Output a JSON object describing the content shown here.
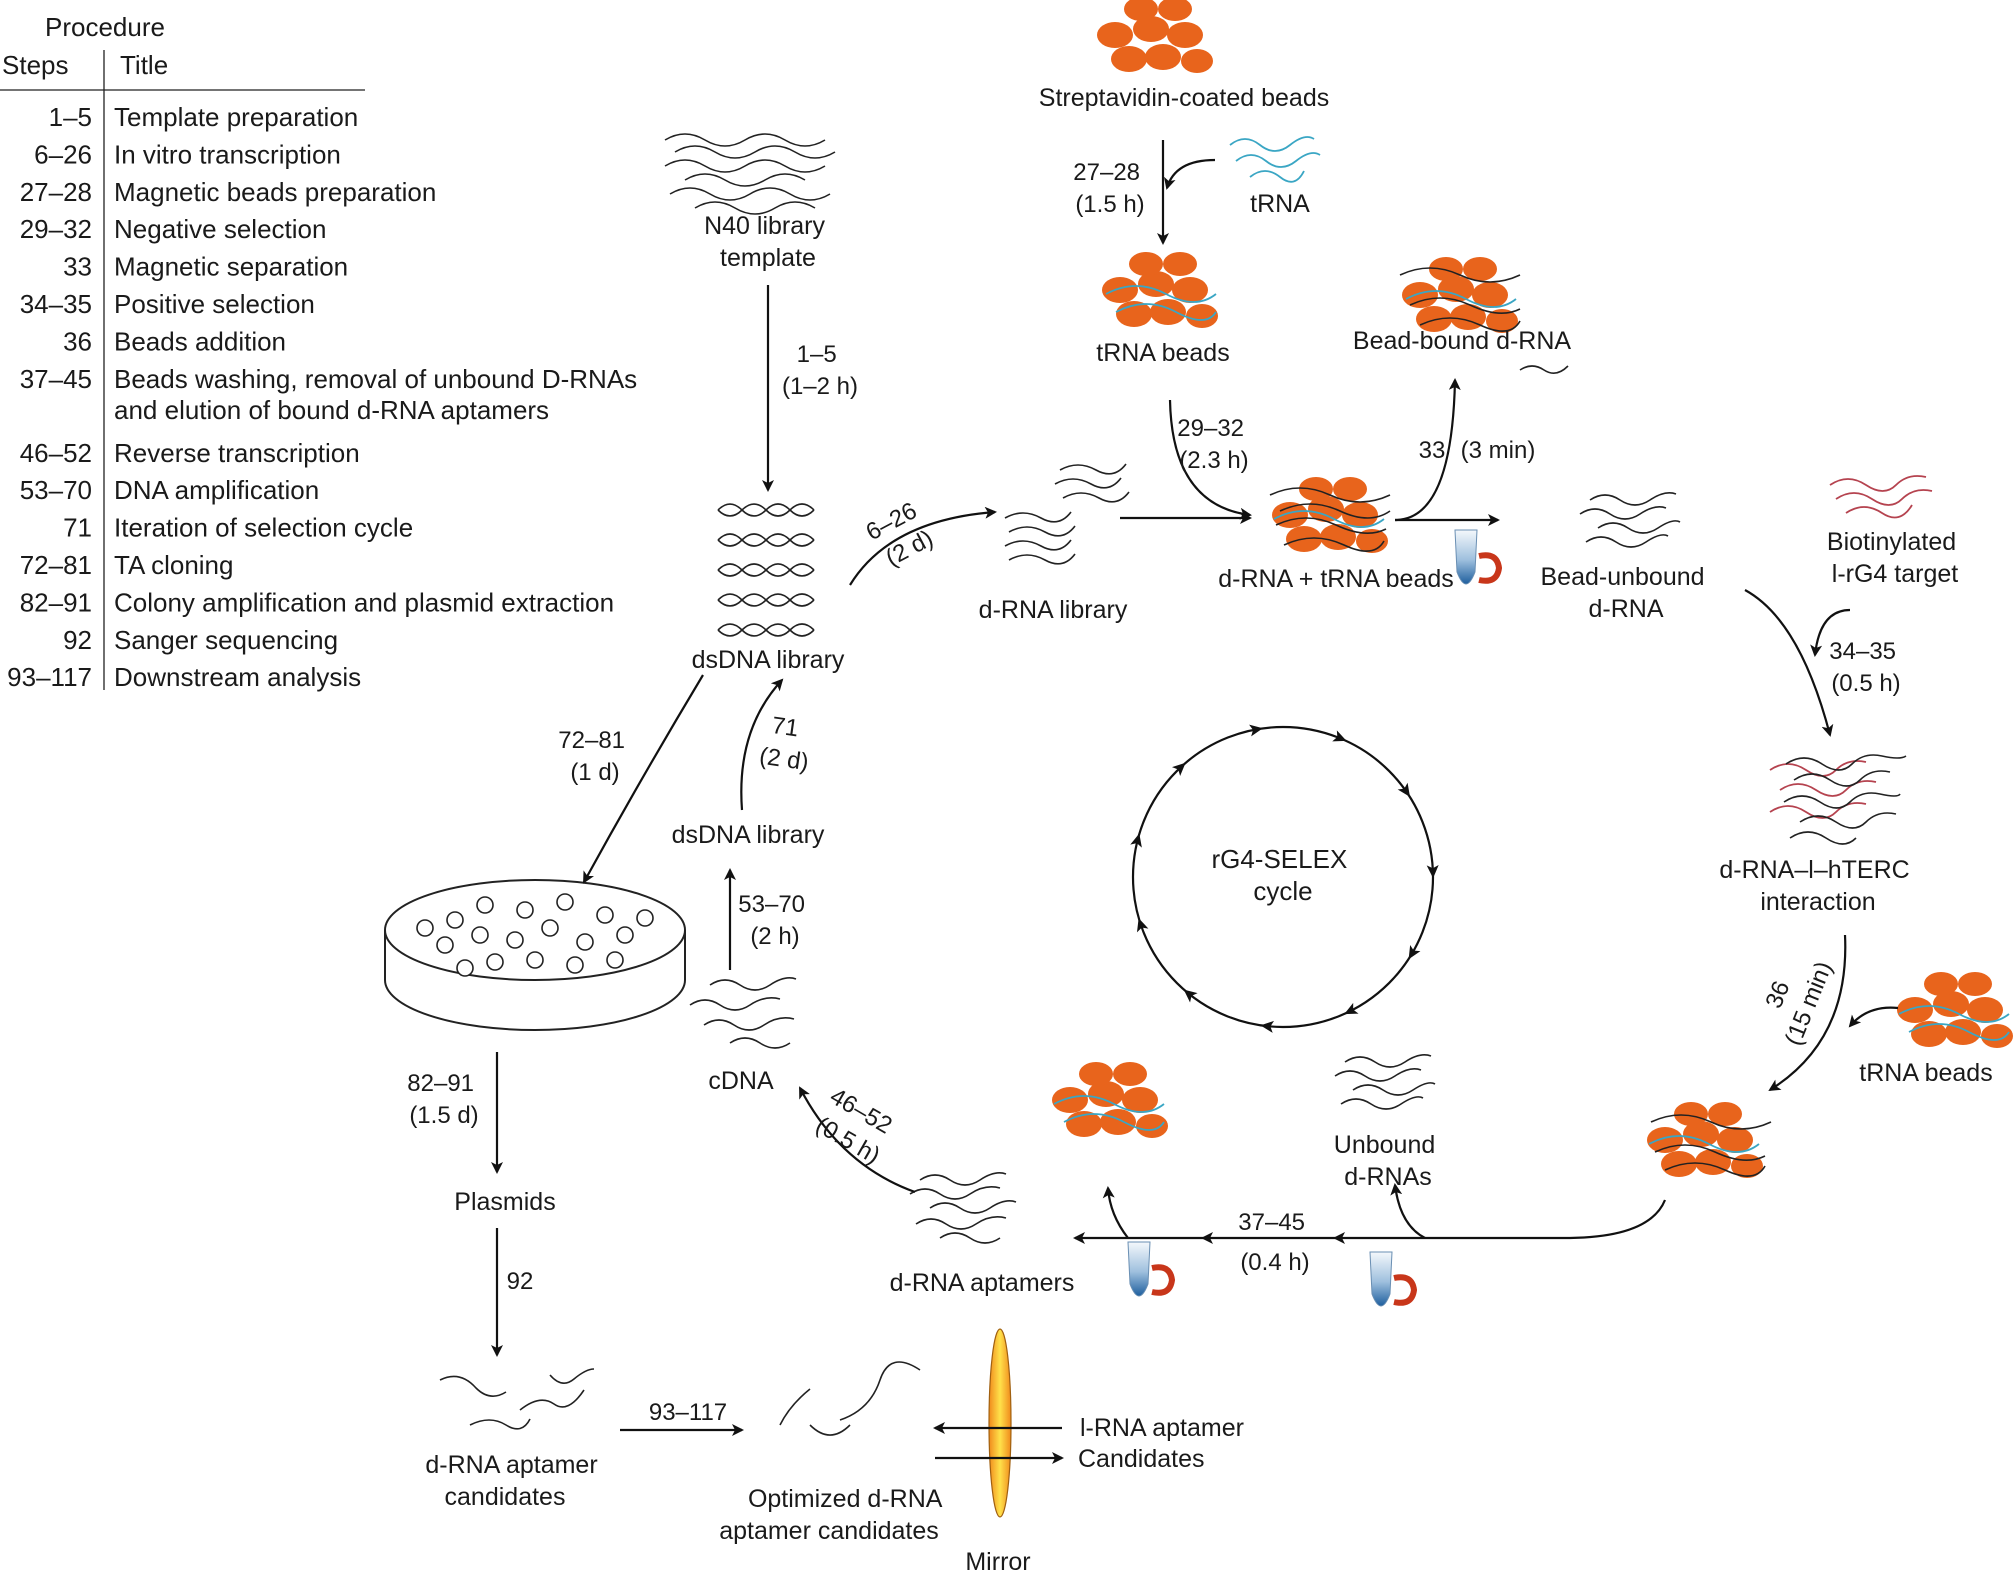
{
  "procedure": {
    "heading": "Procedure",
    "col_steps": "Steps",
    "col_title": "Title",
    "rows": [
      {
        "steps": "1–5",
        "title": "Template preparation"
      },
      {
        "steps": "6–26",
        "title": "In vitro transcription"
      },
      {
        "steps": "27–28",
        "title": "Magnetic beads preparation"
      },
      {
        "steps": "29–32",
        "title": "Negative selection"
      },
      {
        "steps": "33",
        "title": "Magnetic separation"
      },
      {
        "steps": "34–35",
        "title": "Positive selection"
      },
      {
        "steps": "36",
        "title": "Beads addition"
      },
      {
        "steps": "37–45",
        "title": "Beads washing, removal of unbound D-RNAs",
        "title2": "and elution of bound d-RNA aptamers"
      },
      {
        "steps": "46–52",
        "title": "Reverse transcription"
      },
      {
        "steps": "53–70",
        "title": "DNA amplification"
      },
      {
        "steps": "71",
        "title": "Iteration of selection cycle"
      },
      {
        "steps": "72–81",
        "title": "TA cloning"
      },
      {
        "steps": "82–91",
        "title": "Colony amplification and plasmid extraction"
      },
      {
        "steps": "92",
        "title": "Sanger sequencing"
      },
      {
        "steps": "93–117",
        "title": "Downstream analysis"
      }
    ]
  },
  "nodes": {
    "n40_template": [
      "N40 library",
      "template"
    ],
    "dsdna_library_top": "dsDNA library",
    "drna_library": "d-RNA library",
    "streptavidin_beads": "Streptavidin-coated beads",
    "trna": "tRNA",
    "trna_beads_top": "tRNA beads",
    "bead_bound_drna": "Bead-bound d-RNA",
    "drna_trna_beads": "d-RNA + tRNA beads",
    "bead_unbound_drna": [
      "Bead-unbound",
      "d-RNA"
    ],
    "biotinylated_target": [
      "Biotinylated",
      "l-rG4 target"
    ],
    "drna_hterc_interaction": [
      "d-RNA–l–hTERC",
      "interaction"
    ],
    "trna_beads_right": "tRNA beads",
    "unbound_drnas": [
      "Unbound",
      "d-RNAs"
    ],
    "drna_aptamers": "d-RNA aptamers",
    "cdna": "cDNA",
    "dsdna_library_mid": "dsDNA library",
    "plasmids": "Plasmids",
    "drna_aptamer_candidates": [
      "d-RNA aptamer",
      "candidates"
    ],
    "optimized_candidates": [
      "Optimized d-RNA",
      "aptamer candidates"
    ],
    "lrna_aptamer": [
      "l-RNA aptamer",
      "Candidates"
    ],
    "mirror": "Mirror",
    "cycle": [
      "rG4-SELEX",
      "cycle"
    ]
  },
  "steps": {
    "s1_5": [
      "1–5",
      "(1–2 h)"
    ],
    "s6_26": [
      "6–26",
      "(2 d)"
    ],
    "s27_28": [
      "27–28",
      "(1.5 h)"
    ],
    "s29_32": [
      "29–32",
      "(2.3 h)"
    ],
    "s33": [
      "33",
      "(3 min)"
    ],
    "s34_35": [
      "34–35",
      "(0.5 h)"
    ],
    "s36": [
      "36",
      "(15 min)"
    ],
    "s37_45": [
      "37–45",
      "(0.4 h)"
    ],
    "s46_52": [
      "46–52",
      "(0.5 h)"
    ],
    "s53_70": [
      "53–70",
      "(2 h)"
    ],
    "s71": [
      "71",
      "(2 d)"
    ],
    "s72_81": [
      "72–81",
      "(1 d)"
    ],
    "s82_91": [
      "82–91",
      "(1.5 d)"
    ],
    "s92": "92",
    "s93_117": "93–117"
  },
  "colors": {
    "bead": "#e8641c",
    "trna_strand": "#3aa6c4",
    "target_strand": "#b5434f",
    "tube_blue": "#1f5f9e",
    "magnet_red": "#c8361a",
    "mirror_orange": "#f08a1c",
    "mirror_yellow": "#ffe14a"
  }
}
